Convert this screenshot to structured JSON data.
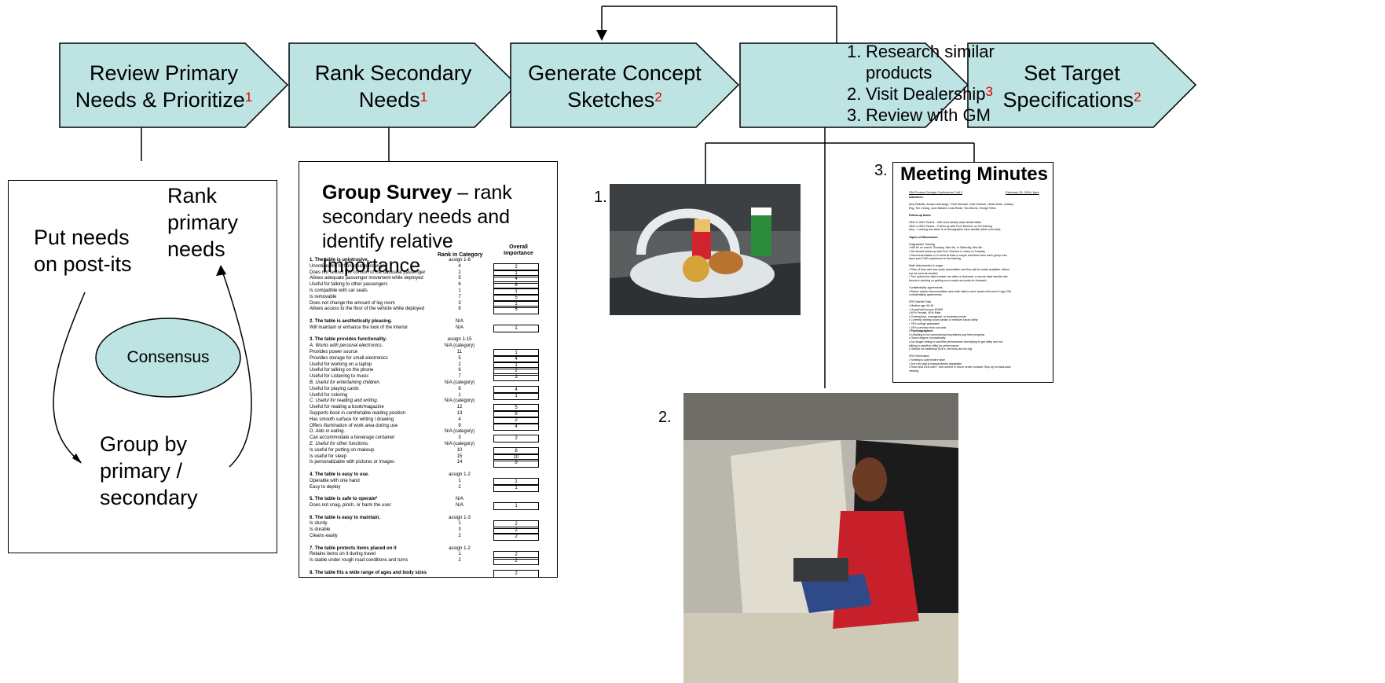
{
  "steps": [
    {
      "lines": [
        "Review Primary",
        "Needs & Prioritize"
      ],
      "ref": "1"
    },
    {
      "lines": [
        "Rank Secondary",
        "Needs"
      ],
      "ref": "1"
    },
    {
      "lines": [
        "Generate Concept",
        "Sketches"
      ],
      "ref": "2"
    },
    {
      "lines": [],
      "ref": ""
    },
    {
      "lines": [
        "Set Target",
        "Specifications"
      ],
      "ref": "2"
    }
  ],
  "research_list": [
    {
      "num": "1.",
      "text": "Research similar",
      "ref": ""
    },
    {
      "num": "",
      "text": "products",
      "ref": ""
    },
    {
      "num": "2.",
      "text": "Visit Dealership",
      "ref": "3"
    },
    {
      "num": "3.",
      "text": "Review with GM",
      "ref": ""
    }
  ],
  "left_panel": {
    "put_needs": [
      "Put needs",
      "on post-its"
    ],
    "rank": [
      "Rank",
      "primary",
      "needs"
    ],
    "consensus": "Consensus",
    "group": [
      "Group by",
      "primary /",
      "secondary"
    ]
  },
  "survey": {
    "title_bold": "Group Survey",
    "title_rest": " – rank secondary needs and identify relative Importance",
    "col_rank": "Rank in Category",
    "col_overall": "Overall Importance",
    "rows": [
      [
        "1. The table is unintrusive.",
        "assign 1-8",
        ""
      ],
      [
        "Unnoticeable to front seat passenger",
        "4",
        "2"
      ],
      [
        "Does not restrict the comfort of the backseat passenger",
        "2",
        "1"
      ],
      [
        "Allows adequate passenger movement while deployed",
        "5",
        "4"
      ],
      [
        "Useful for talking to other passengers",
        "6",
        "8"
      ],
      [
        "Is compatible with car seats",
        "1",
        "1"
      ],
      [
        "Is removable",
        "7",
        "5"
      ],
      [
        "Does not change the amount of leg room",
        "3",
        "1"
      ],
      [
        "Allows access to the floor of the vehicle while deployed",
        "8",
        "5"
      ],
      [
        "",
        "",
        ""
      ],
      [
        "2. The table is aesthetically pleasing.",
        "N/A",
        ""
      ],
      [
        "Will maintain or enhance the look of the interior",
        "N/A",
        "1"
      ],
      [
        "",
        "",
        ""
      ],
      [
        "3. The table provides functionality.",
        "assign 1-15",
        ""
      ],
      [
        "A. Works with personal electronics.",
        "N/A (category)",
        ""
      ],
      [
        "Provides power source",
        "11",
        "1"
      ],
      [
        "Provides storage for small electronics",
        "5",
        "4"
      ],
      [
        "Useful for working on a laptop",
        "2",
        "1"
      ],
      [
        "Useful for talking on the phone",
        "6",
        "2"
      ],
      [
        "Useful for Listening to music",
        "7",
        "3"
      ],
      [
        "B. Useful for entertaining children.",
        "N/A (category)",
        ""
      ],
      [
        "Useful for playing cards",
        "8",
        "4"
      ],
      [
        "Useful for coloring",
        "1",
        "1"
      ],
      [
        "C. Useful for reading and writing.",
        "N/A (category)",
        ""
      ],
      [
        "Useful for reading a book/magazine",
        "12",
        "5"
      ],
      [
        "Supports book in comfortable reading position",
        "13",
        "8"
      ],
      [
        "Has smooth surface for writing / drawing",
        "4",
        "2"
      ],
      [
        "Offers illumination of work area during use",
        "9",
        "4"
      ],
      [
        "D. Aids in eating.",
        "N/A (category)",
        ""
      ],
      [
        "Can accommodate a beverage container",
        "3",
        "2"
      ],
      [
        "E. Useful for other functions.",
        "N/A (category)",
        ""
      ],
      [
        "Is useful for putting on makeup",
        "10",
        "8"
      ],
      [
        "Is useful for sleep",
        "15",
        "10"
      ],
      [
        "Is personalizable with pictures or images",
        "14",
        "9"
      ],
      [
        "",
        "",
        ""
      ],
      [
        "4. The table is easy to use.",
        "assign 1-2",
        ""
      ],
      [
        "Operable with one hand",
        "1",
        "1"
      ],
      [
        "Easy to deploy",
        "2",
        "1"
      ],
      [
        "",
        "",
        ""
      ],
      [
        "5. The table is safe to operate*",
        "N/A",
        ""
      ],
      [
        "Does not snag, pinch, or harm the user",
        "N/A",
        "1"
      ],
      [
        "",
        "",
        ""
      ],
      [
        "6. The table is easy to maintain.",
        "assign 1-3",
        ""
      ],
      [
        "Is sturdy",
        "1",
        "2"
      ],
      [
        "Is durable",
        "3",
        "2"
      ],
      [
        "Cleans easily",
        "2",
        "2"
      ],
      [
        "",
        "",
        ""
      ],
      [
        "7. The table protects items placed on it",
        "assign 1-2",
        ""
      ],
      [
        "Retains items on it during travel",
        "1",
        "2"
      ],
      [
        "Is stable under rough road conditions and turns",
        "2",
        "2"
      ],
      [
        "",
        "",
        ""
      ],
      [
        "8. The table fits a wide range of ages and body sizes",
        "",
        "2"
      ]
    ]
  },
  "photo_labels": {
    "one": "1.",
    "two": "2.",
    "three": "3."
  },
  "minutes": {
    "title": "Meeting Minutes",
    "header_left": "GM Product Design Conference Call 2",
    "header_right": "February 26, 2004, 6pm",
    "lines": [
      "Attendees:",
      "",
      "Amy Rabaltn, Azuka Uwenaogu , Paul Gtomski, Cate Hotman, Heath Hultz, Lindsey",
      "Eng, Tim Chang, Lane Ballard, Leda Rubin, Tom Burns, George Wren",
      "",
      "Follow-up Items:",
      "",
      "GMX & GMX Teams – Will send weekly class deliverables",
      "GMX & GMX Teams – Follow up with Prof. Roehrer on UG training",
      "Amy – Looking into what % of demographic have families (their own kids)",
      "",
      "Topics of Discussion:",
      "",
      "Unigraphics Training",
      "   •  Will be on march Thursday, Mar 4th, or Saturday, Mar 6th",
      "   •  We should follow-up with Prof. Roehrer in class on Tuesday",
      "   •  Recommendation is to send at least a couple members from each group who",
      "      have prior CAD experience to the training",
      "",
      "Math data transfer & usage",
      "   •  Files of front and rear seats assemblies and floor will be made available, others",
      "      can be sent as needed",
      "   •  Two options for data transfer are disks or Autoweb; a secure data transfer site.",
      "      Azuka is working on getting us a couple accounts for Autoweb.",
      "",
      "Confidentiality agreements",
      "   •  Before market documentation and math data is sent, teams will need to sign GM",
      "      confidentiality agreements",
      "",
      "SRX Market Data",
      "   •  Median age 46-49",
      "   •  Household income $160K",
      "   •  60% Female, 40% Male",
      "   •  Professional, managerial, or business owner",
      "   •  Currently driving luxury sedan or medium luxury utility",
      "   •  75% college graduates",
      "   •  15% purchase their car seat",
      "   •  Psychographics:",
      "         o  Unwilling to be conventional boundaries pop their progress",
      "         o  Some degree of practicality",
      "         o  No longer willing to sacrifice performance and styling to get utility and not",
      "            willing to sacrifice utility for performance",
      "         o  Similar for traditional SUV's, feel they are too big",
      "",
      "SRX information",
      "   •  Seating is split theatre style",
      "   •  2nd row seat is independently adjustable",
      "   •  Rear seat DVD with 7 inch screen in driver center console, flips up for back-seat",
      "      viewing"
    ]
  }
}
